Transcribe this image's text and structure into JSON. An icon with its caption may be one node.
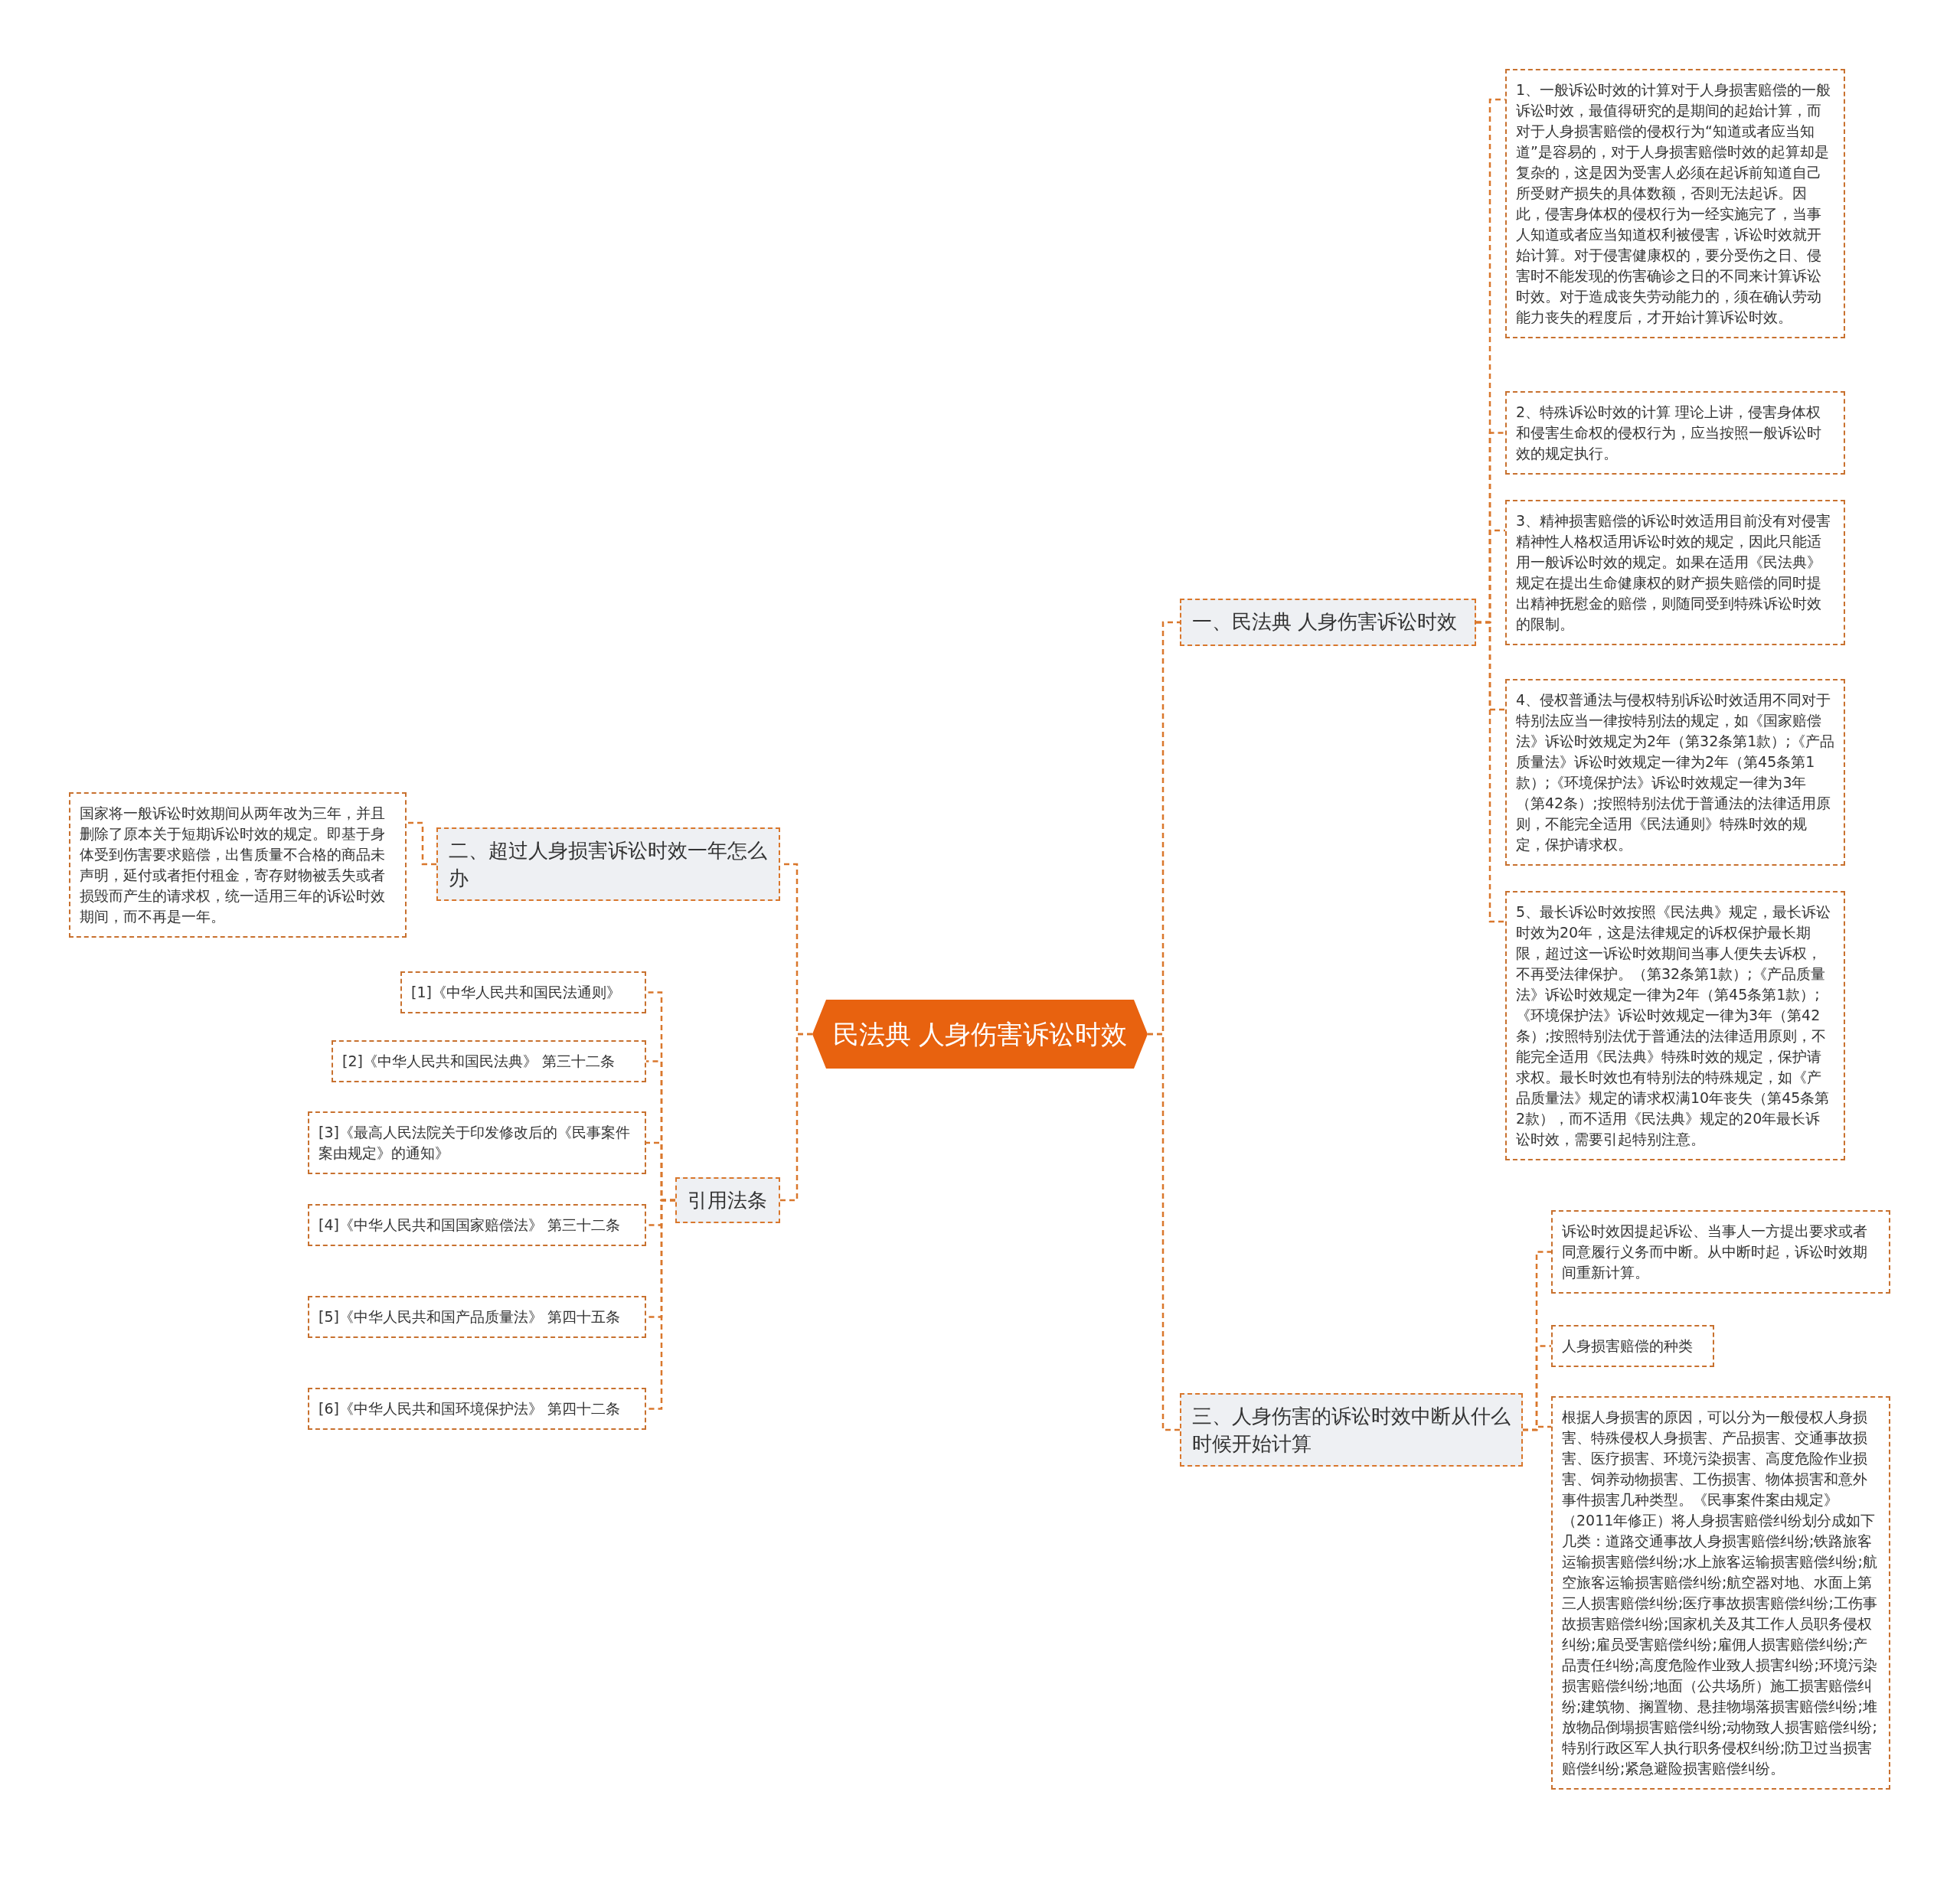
{
  "diagram": {
    "nodes": [
      {
        "text": [
          "民法典 人身伤害诉讼时效"
        ]
      },
      {
        "text": [
          "一、民法典 人身伤害诉讼时效"
        ]
      },
      {
        "text": [
          "1、一般诉讼时效的计算对于人身损害赔偿的一般诉讼时效，最值得研究的是期间的起始计算，而对于人身损害赔偿的侵权行为“知道或者应当知道”是容易的，对于人身损害赔偿时效的起算却是复杂的，这是因为受害人必须在起诉前知道自己所受财产损失的具体数额，否则无法起诉。因此，侵害身体权的侵权行为一经实施完了，当事人知道或者应当知道权利被侵害，诉讼时效就开始计算。对于侵害健康权的，要分受伤之日、侵害时不能发现的伤害确诊之日的不同来计算诉讼时效。对于造成丧失劳动能力的，须在确认劳动能力丧失的程度后，才开始计算诉讼时效。"
        ]
      },
      {
        "text": [
          "2、特殊诉讼时效的计算 理论上讲，侵害身体权和侵害生命权的侵权行为，应当按照一般诉讼时效的规定执行。"
        ]
      },
      {
        "text": [
          "3、精神损害赔偿的诉讼时效适用目前没有对侵害精神性人格权适用诉讼时效的规定，因此只能适用一般诉讼时效的规定。如果在适用《民法典》规定在提出生命健康权的财产损失赔偿的同时提出精神抚慰金的赔偿，则随同受到特殊诉讼时效的限制。"
        ]
      },
      {
        "text": [
          "4、侵权普通法与侵权特别诉讼时效适用不同对于特别法应当一律按特别法的规定，如《国家赔偿法》诉讼时效规定为2年（第32条第1款）;《产品质量法》诉讼时效规定一律为2年（第45条第1款）;《环境保护法》诉讼时效规定一律为3年（第42条）;按照特别法优于普通法的法律适用原则，不能完全适用《民法通则》特殊时效的规定，保护请求权。"
        ]
      },
      {
        "text": [
          "5、最长诉讼时效按照《民法典》规定，最长诉讼时效为20年，这是法律规定的诉权保护最长期限，超过这一诉讼时效期间当事人便失去诉权，不再受法律保护。（第32条第1款）;《产品质量法》诉讼时效规定一律为2年（第45条第1款）;《环境保护法》诉讼时效规定一律为3年（第42条）;按照特别法优于普通法的法律适用原则，不能完全适用《民法典》特殊时效的规定，保护请求权。最长时效也有特别法的特殊规定，如《产品质量法》规定的请求权满10年丧失（第45条第2款），而不适用《民法典》规定的20年最长诉讼时效，需要引起特别注意。"
        ]
      },
      {
        "text": [
          "三、人身伤害的诉讼时效中断从什么时候开始计算"
        ]
      },
      {
        "text": [
          "诉讼时效因提起诉讼、当事人一方提出要求或者同意履行义务而中断。从中断时起，诉讼时效期间重新计算。"
        ]
      },
      {
        "text": [
          "人身损害赔偿的种类"
        ]
      },
      {
        "text": [
          "根据人身损害的原因，可以分为一般侵权人身损害、特殊侵权人身损害、产品损害、交通事故损害、医疗损害、环境污染损害、高度危险作业损害、饲养动物损害、工伤损害、物体损害和意外事件损害几种类型。《民事案件案由规定》（2011年修正）将人身损害赔偿纠纷划分成如下几类：道路交通事故人身损害赔偿纠纷;铁路旅客运输损害赔偿纠纷;水上旅客运输损害赔偿纠纷;航空旅客运输损害赔偿纠纷;航空器对地、水面上第三人损害赔偿纠纷;医疗事故损害赔偿纠纷;工伤事故损害赔偿纠纷;国家机关及其工作人员职务侵权纠纷;雇员受害赔偿纠纷;雇佣人损害赔偿纠纷;产品责任纠纷;高度危险作业致人损害纠纷;环境污染损害赔偿纠纷;地面（公共场所）施工损害赔偿纠纷;建筑物、搁置物、悬挂物塌落损害赔偿纠纷;堆放物品倒塌损害赔偿纠纷;动物致人损害赔偿纠纷;特别行政区军人执行职务侵权纠纷;防卫过当损害赔偿纠纷;紧急避险损害赔偿纠纷。"
        ]
      },
      {
        "text": [
          "二、超过人身损害诉讼时效一年怎么办"
        ]
      },
      {
        "text": [
          "国家将一般诉讼时效期间从两年改为三年，并且删除了原本关于短期诉讼时效的规定。即基于身体受到伤害要求赔偿，出售质量不合格的商品未声明，延付或者拒付租金，寄存财物被丢失或者损毁而产生的请求权，统一适用三年的诉讼时效期间，而不再是一年。"
        ]
      },
      {
        "text": [
          "引用法条"
        ]
      },
      {
        "text": [
          "[1]《中华人民共和国民法通则》"
        ]
      },
      {
        "text": [
          "[2]《中华人民共和国民法典》 第三十二条"
        ]
      },
      {
        "text": [
          "[3]《最高人民法院关于印发修改后的《民事案件案由规定》的通知》"
        ]
      },
      {
        "text": [
          "[4]《中华人民共和国国家赔偿法》 第三十二条"
        ]
      },
      {
        "text": [
          "[5]《中华人民共和国产品质量法》 第四十五条"
        ]
      },
      {
        "text": [
          "[6]《中华人民共和国环境保护法》 第四十二条"
        ]
      }
    ],
    "edges": [
      {
        "from": 0,
        "to": 1,
        "arrow": "none"
      },
      {
        "from": 1,
        "to": 2,
        "arrow": "none"
      },
      {
        "from": 1,
        "to": 3,
        "arrow": "none"
      },
      {
        "from": 1,
        "to": 4,
        "arrow": "none"
      },
      {
        "from": 1,
        "to": 5,
        "arrow": "none"
      },
      {
        "from": 1,
        "to": 6,
        "arrow": "none"
      },
      {
        "from": 0,
        "to": 7,
        "arrow": "none"
      },
      {
        "from": 7,
        "to": 8,
        "arrow": "none"
      },
      {
        "from": 7,
        "to": 9,
        "arrow": "none"
      },
      {
        "from": 7,
        "to": 10,
        "arrow": "none"
      },
      {
        "from": 0,
        "to": 11,
        "arrow": "none"
      },
      {
        "from": 11,
        "to": 12,
        "arrow": "none"
      },
      {
        "from": 0,
        "to": 13,
        "arrow": "none"
      },
      {
        "from": 13,
        "to": 14,
        "arrow": "none"
      },
      {
        "from": 13,
        "to": 15,
        "arrow": "none"
      },
      {
        "from": 13,
        "to": 16,
        "arrow": "none"
      },
      {
        "from": 13,
        "to": 17,
        "arrow": "none"
      },
      {
        "from": 13,
        "to": 18,
        "arrow": "none"
      },
      {
        "from": 13,
        "to": 19,
        "arrow": "none"
      }
    ]
  }
}
